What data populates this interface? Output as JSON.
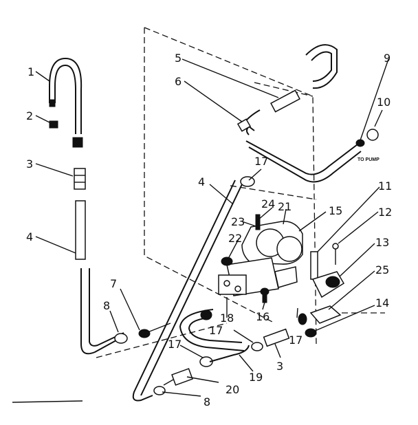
{
  "diagram": {
    "notes": {
      "to_pump": "TO PUMP"
    },
    "callouts": [
      "1",
      "2",
      "3",
      "4",
      "5",
      "6",
      "7",
      "8",
      "9",
      "10",
      "11",
      "12",
      "13",
      "14",
      "15",
      "16",
      "17",
      "18",
      "19",
      "20",
      "21",
      "22",
      "23",
      "24",
      "25"
    ],
    "repeat_labels": {
      "part_4b": "4",
      "part_8b": "8",
      "part_3b": "3",
      "part_17b": "17",
      "part_17c": "17",
      "part_17d": "17"
    }
  }
}
